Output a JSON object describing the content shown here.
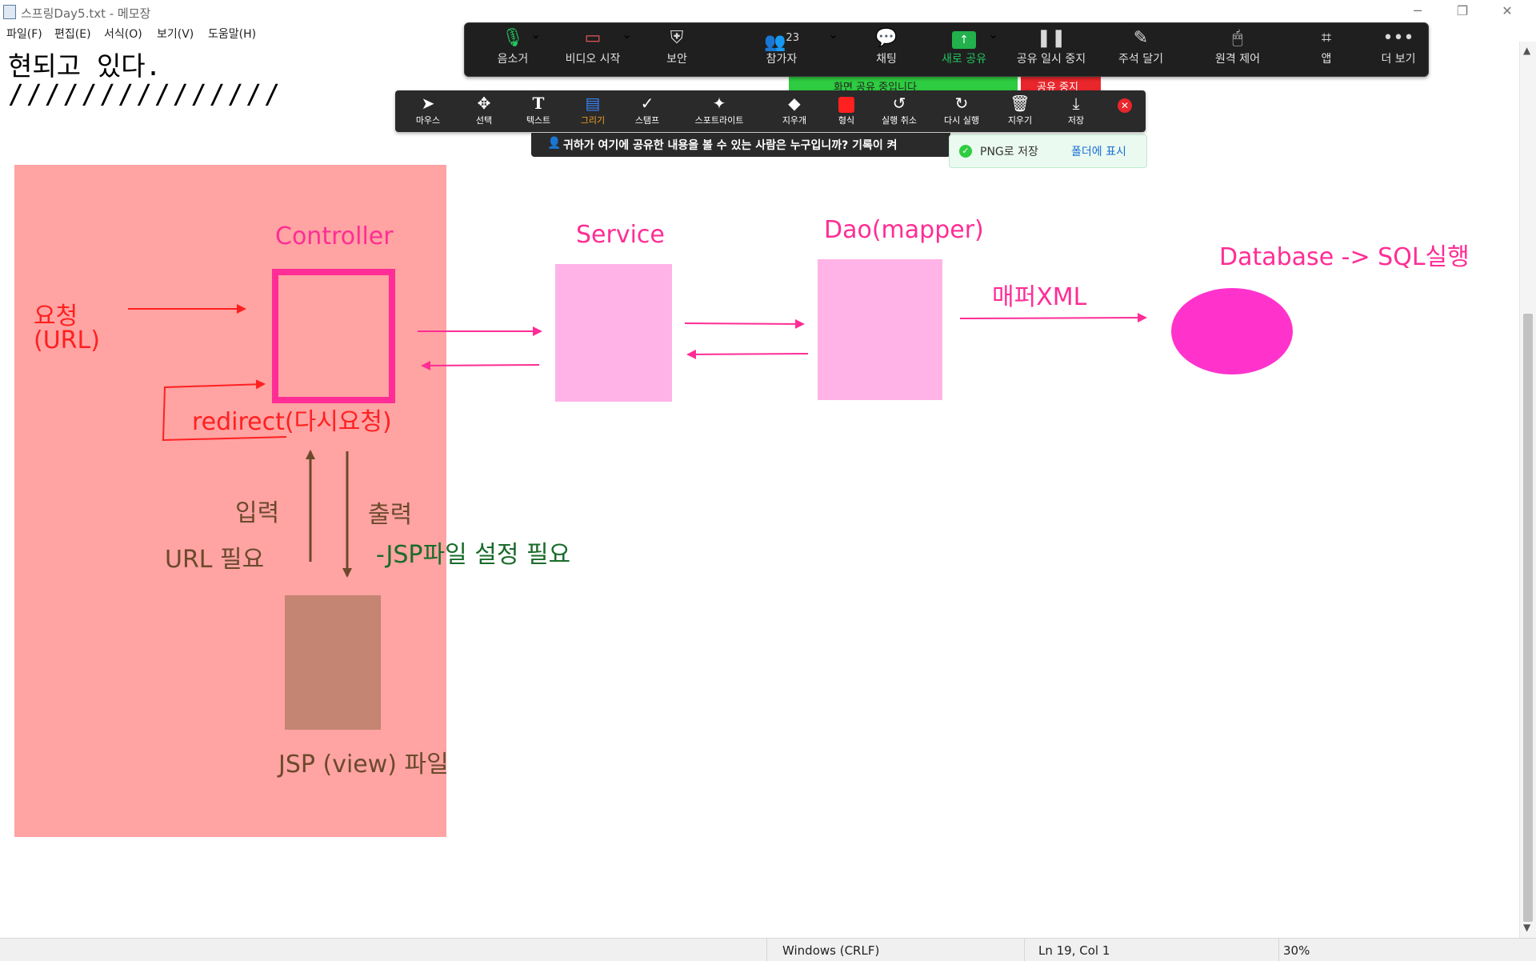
{
  "window": {
    "title": "스프링Day5.txt - 메모장",
    "controls": [
      "─",
      "❐",
      "✕"
    ]
  },
  "menu": [
    "파일(F)",
    "편집(E)",
    "서식(O)",
    "보기(V)",
    "도움말(H)"
  ],
  "editor": {
    "lines": [
      "현되고 있다.",
      "///////////////"
    ]
  },
  "status": {
    "line_ending": "Windows (CRLF)",
    "position": "Ln 19, Col 1",
    "zoom": "30%"
  },
  "zoom_toolbar": {
    "participants_count": "23",
    "buttons": [
      "음소거",
      "비디오 시작",
      "보안",
      "참가자",
      "채팅",
      "새로 공유",
      "공유 일시 중지",
      "주석 달기",
      "원격 제어",
      "앱",
      "더 보기"
    ]
  },
  "annotation_toolbar": {
    "tools": [
      "마우스",
      "선택",
      "텍스트",
      "그리기",
      "스탬프",
      "스포트라이트",
      "지우개",
      "형식",
      "실행 취소",
      "다시 실행",
      "지우기",
      "저장"
    ]
  },
  "share_banner": {
    "text": "화면 공유 중입니다",
    "stop": "공유 중지"
  },
  "viewers_notice": "귀하가 여기에 공유한 내용을 볼 수 있는 사람은 누구입니까? 기록이 켜",
  "toast": {
    "message": "PNG로 저장",
    "link": "폴더에 표시"
  },
  "diagram": {
    "controller": "Controller",
    "service": "Service",
    "dao": "Dao(mapper)",
    "database": "Database -> SQL실행",
    "mapper_xml": "매퍼XML",
    "request_line1": "요청",
    "request_line2": "(URL)",
    "redirect": "redirect(다시요청)",
    "input": "입력",
    "output": "출력",
    "url_needed": "URL 필요",
    "jsp_needed": "-JSP파일 설정 필요",
    "jsp_view": "JSP (view) 파일"
  },
  "colors": {
    "controller_region": "#ffa3a3",
    "magenta": "#ff2d95",
    "pink_box": "#ffb3e6",
    "database_fill": "#ff33cc",
    "jsp_box": "#c48572",
    "red": "#ff2020",
    "brown": "#6b4a2b",
    "green_text": "#1a6b2a"
  }
}
